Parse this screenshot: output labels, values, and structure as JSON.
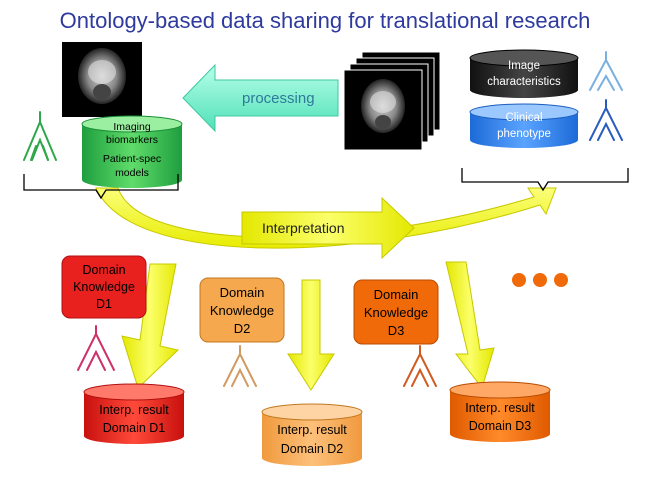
{
  "title": "Ontology-based data sharing for translational research",
  "arrows": {
    "processing": "processing",
    "interpretation": "Interpretation"
  },
  "left_cylinder": {
    "line1": "Imaging",
    "line2": "biomarkers",
    "line3": "Patient-spec",
    "line4": "models"
  },
  "image_characteristics": {
    "line1": "Image",
    "line2": "characteristics"
  },
  "clinical_phenotype": {
    "line1": "Clinical",
    "line2": "phenotype"
  },
  "domains": [
    {
      "line1": "Domain",
      "line2": "Knowledge",
      "line3": "D1"
    },
    {
      "line1": "Domain",
      "line2": "Knowledge",
      "line3": "D2"
    },
    {
      "line1": "Domain",
      "line2": "Knowledge",
      "line3": "D3"
    }
  ],
  "results": [
    {
      "line1": "Interp. result",
      "line2": "Domain D1"
    },
    {
      "line1": "Interp. result",
      "line2": "Domain D2"
    },
    {
      "line1": "Interp. result",
      "line2": "Domain D3"
    }
  ],
  "colors": {
    "title": "#2e3a9e",
    "processing_arrow": "#7ff0d0",
    "yellow": "#f4f200",
    "green_tree": "#2ea84a",
    "blue_tree": "#5b8fd6",
    "d1": "#e8201e",
    "d2": "#f6a84e",
    "d3": "#f06a0a"
  },
  "icons": [
    "mri-slice",
    "mri-stack",
    "tree-green",
    "tree-light-blue",
    "tree-dark-blue",
    "tree-pink",
    "tree-tan",
    "tree-orange",
    "ellipsis-dots"
  ]
}
